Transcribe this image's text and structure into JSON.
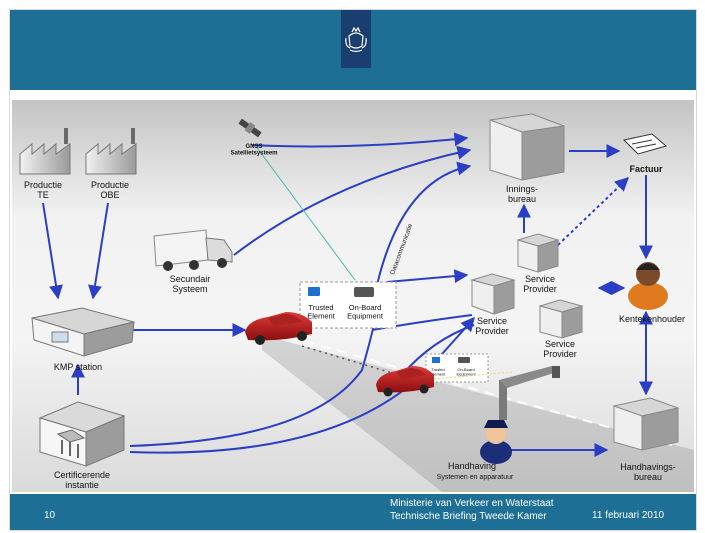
{
  "diagram": {
    "nodes": {
      "productie_te": "Productie\nTE",
      "productie_obe": "Productie\nOBE",
      "gnss": "GNSS\nSatellietsysteem",
      "innings_bureau": "Innings-\nbureau",
      "factuur": "Factuur",
      "secundair": "Secundair\nSysteem",
      "service_provider_top": "Service\nProvider",
      "service_provider_left": "Service\nProvider",
      "service_provider_right": "Service\nProvider",
      "kentekenhouder": "Kentekenhouder",
      "kmp_station": "KMP station",
      "trusted_element": "Trusted\nElement",
      "on_board_equipment": "On-Board\nEquipment",
      "trusted_element_small": "Trusted\nElement",
      "on_board_equipment_small": "On-Board\nEquipment",
      "certificerende": "Certificerende\ninstantie",
      "handhaving_title": "Handhaving",
      "handhaving_sub": "Systemen en apparatuur",
      "handhavings_bureau": "Handhavings-\nbureau"
    },
    "edge_labels": {
      "datacommunicatie": "Datacommunicatie"
    }
  },
  "footer": {
    "page_number": "10",
    "org_line1": "Ministerie van Verkeer en Waterstaat",
    "org_line2": "Technische Briefing Tweede Kamer",
    "date": "11 februari 2010"
  },
  "colors": {
    "band": "#1d6f95",
    "arrow": "#2b3fc4",
    "logo": "#1a3e6f"
  },
  "icons": {
    "logo": "crest-icon",
    "factory": "factory-icon",
    "satellite": "satellite-icon",
    "truck": "truck-icon",
    "building": "building-icon",
    "car": "car-icon",
    "person": "person-icon",
    "invoice": "invoice-icon",
    "gantry": "gantry-icon"
  }
}
